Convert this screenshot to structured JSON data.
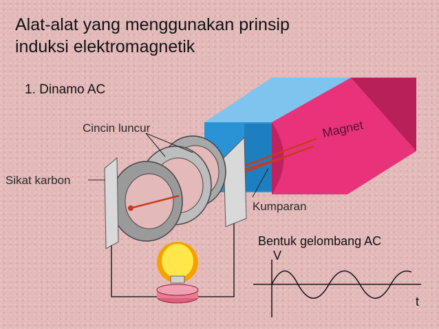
{
  "title_line1": "Alat-alat yang menggunakan prinsip",
  "title_line2": "induksi elektromagnetik",
  "subtitle": "1. Dinamo AC",
  "labels": {
    "slip_rings": "Cincin luncur",
    "carbon_brush": "Sikat karbon",
    "coil": "Kumparan",
    "magnet": "Magnet"
  },
  "wave": {
    "caption": "Bentuk gelombang AC",
    "y_axis": "V",
    "x_axis": "t"
  },
  "colors": {
    "background": "#e3b9b9",
    "magnet_blue": "#2a93d6",
    "magnet_pink": "#e8337a",
    "ring_gray": "#9a9a9a",
    "wire_red": "#c83a20",
    "bulb_yellow": "#ffe74a"
  },
  "icons": [
    "light-bulb-icon"
  ]
}
